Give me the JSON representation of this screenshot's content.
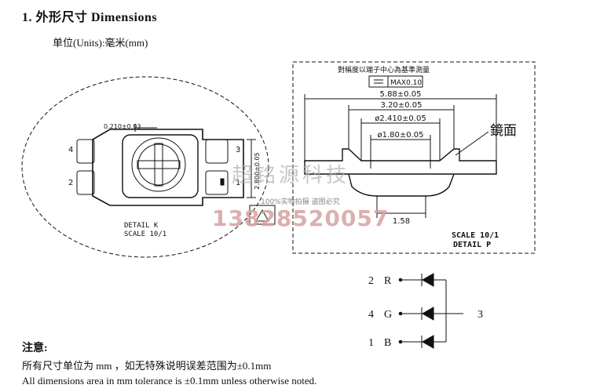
{
  "header": {
    "title": "1.  外形尺寸 Dimensions",
    "units": "单位(Units):毫米(mm)"
  },
  "detail_k": {
    "dim_top": "0.210±0.03",
    "dim_side": "2.800±0.05",
    "pin4": "4",
    "pin3": "3",
    "pin2": "2",
    "pin1": "1",
    "label": "DETAIL K",
    "scale": "SCALE 10/1"
  },
  "detail_p": {
    "heading": "對稱度以端子中心為基準測量",
    "flatness": "MAX0.10",
    "dims": [
      "5.88±0.05",
      "3.20±0.05",
      "ø2.410±0.05",
      "ø1.80±0.05",
      "1.58"
    ],
    "mirror_label": "鏡面",
    "scale": "SCALE 10/1",
    "label": "DETAIL P"
  },
  "circuit": {
    "rows": [
      {
        "pin": "2",
        "color": "R"
      },
      {
        "pin": "4",
        "color": "G"
      },
      {
        "pin": "1",
        "color": "B"
      }
    ],
    "common_pin": "3"
  },
  "watermark": {
    "company": "超铭源科技",
    "notice": "100%实物拍摄  盗图必究",
    "phone": "13828520057"
  },
  "notes": {
    "heading": "注意:",
    "cn": "所有尺寸单位为 mm ，如无特殊说明误差范围为±0.1mm",
    "en": "All dimensions area in mm tolerance is ±0.1mm unless otherwise noted."
  }
}
